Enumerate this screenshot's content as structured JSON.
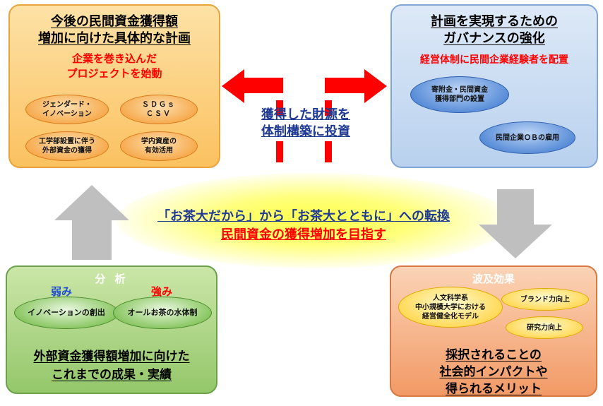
{
  "top_left": {
    "title_line1": "今後の民間資金獲得額",
    "title_line2": "増加に向けた具体的な計画",
    "subtitle_line1": "企業を巻き込んだ",
    "subtitle_line2": "プロジェクトを始動",
    "ovals": [
      {
        "line1": "ジェンダード・",
        "line2": "イノベーション"
      },
      {
        "line1": "ＳＤＧｓ",
        "line2": "ＣＳＶ"
      },
      {
        "line1": "工学部設置に伴う",
        "line2": "外部資金の獲得"
      },
      {
        "line1": "学内資産の",
        "line2": "有効活用"
      }
    ]
  },
  "top_right": {
    "title_line1": "計画を実現するための",
    "title_line2": "ガバナンスの強化",
    "subtitle": "経営体制に民間企業経験者を配置",
    "ovals": [
      {
        "line1": "寄附金・民間資金",
        "line2": "獲得部門の設置"
      },
      {
        "line1": "民間企業ＯＢの雇用",
        "line2": ""
      }
    ]
  },
  "center": {
    "invest_line1": "獲得した財源を",
    "invest_line2": "体制構築に投資",
    "transition": "「お茶大だから」から「お茶大とともに」への転換",
    "goal": "民間資金の獲得増加を目指す"
  },
  "bottom_left": {
    "label": "分 析",
    "weak_label": "弱み",
    "strong_label": "強み",
    "weak_oval": "イノベーションの創出",
    "strong_oval": "オールお茶の水体制",
    "footer_line1": "外部資金獲得額増加に向けた",
    "footer_line2": "これまでの成果・実績"
  },
  "bottom_right": {
    "label": "波及効果",
    "ovals": [
      {
        "line1": "人文科学系",
        "line2": "中小規模大学における",
        "line3": "経営健全化モデル"
      },
      {
        "line1": "ブランド力向上"
      },
      {
        "line1": "研究力向上"
      }
    ],
    "footer_line1": "採択されることの",
    "footer_line2": "社会的インパクトや",
    "footer_line3": "得られるメリット"
  },
  "colors": {
    "accent_red": "#ff0000",
    "arrow_gray": "#bfbfbf",
    "navy_text": "#1f3a93"
  }
}
